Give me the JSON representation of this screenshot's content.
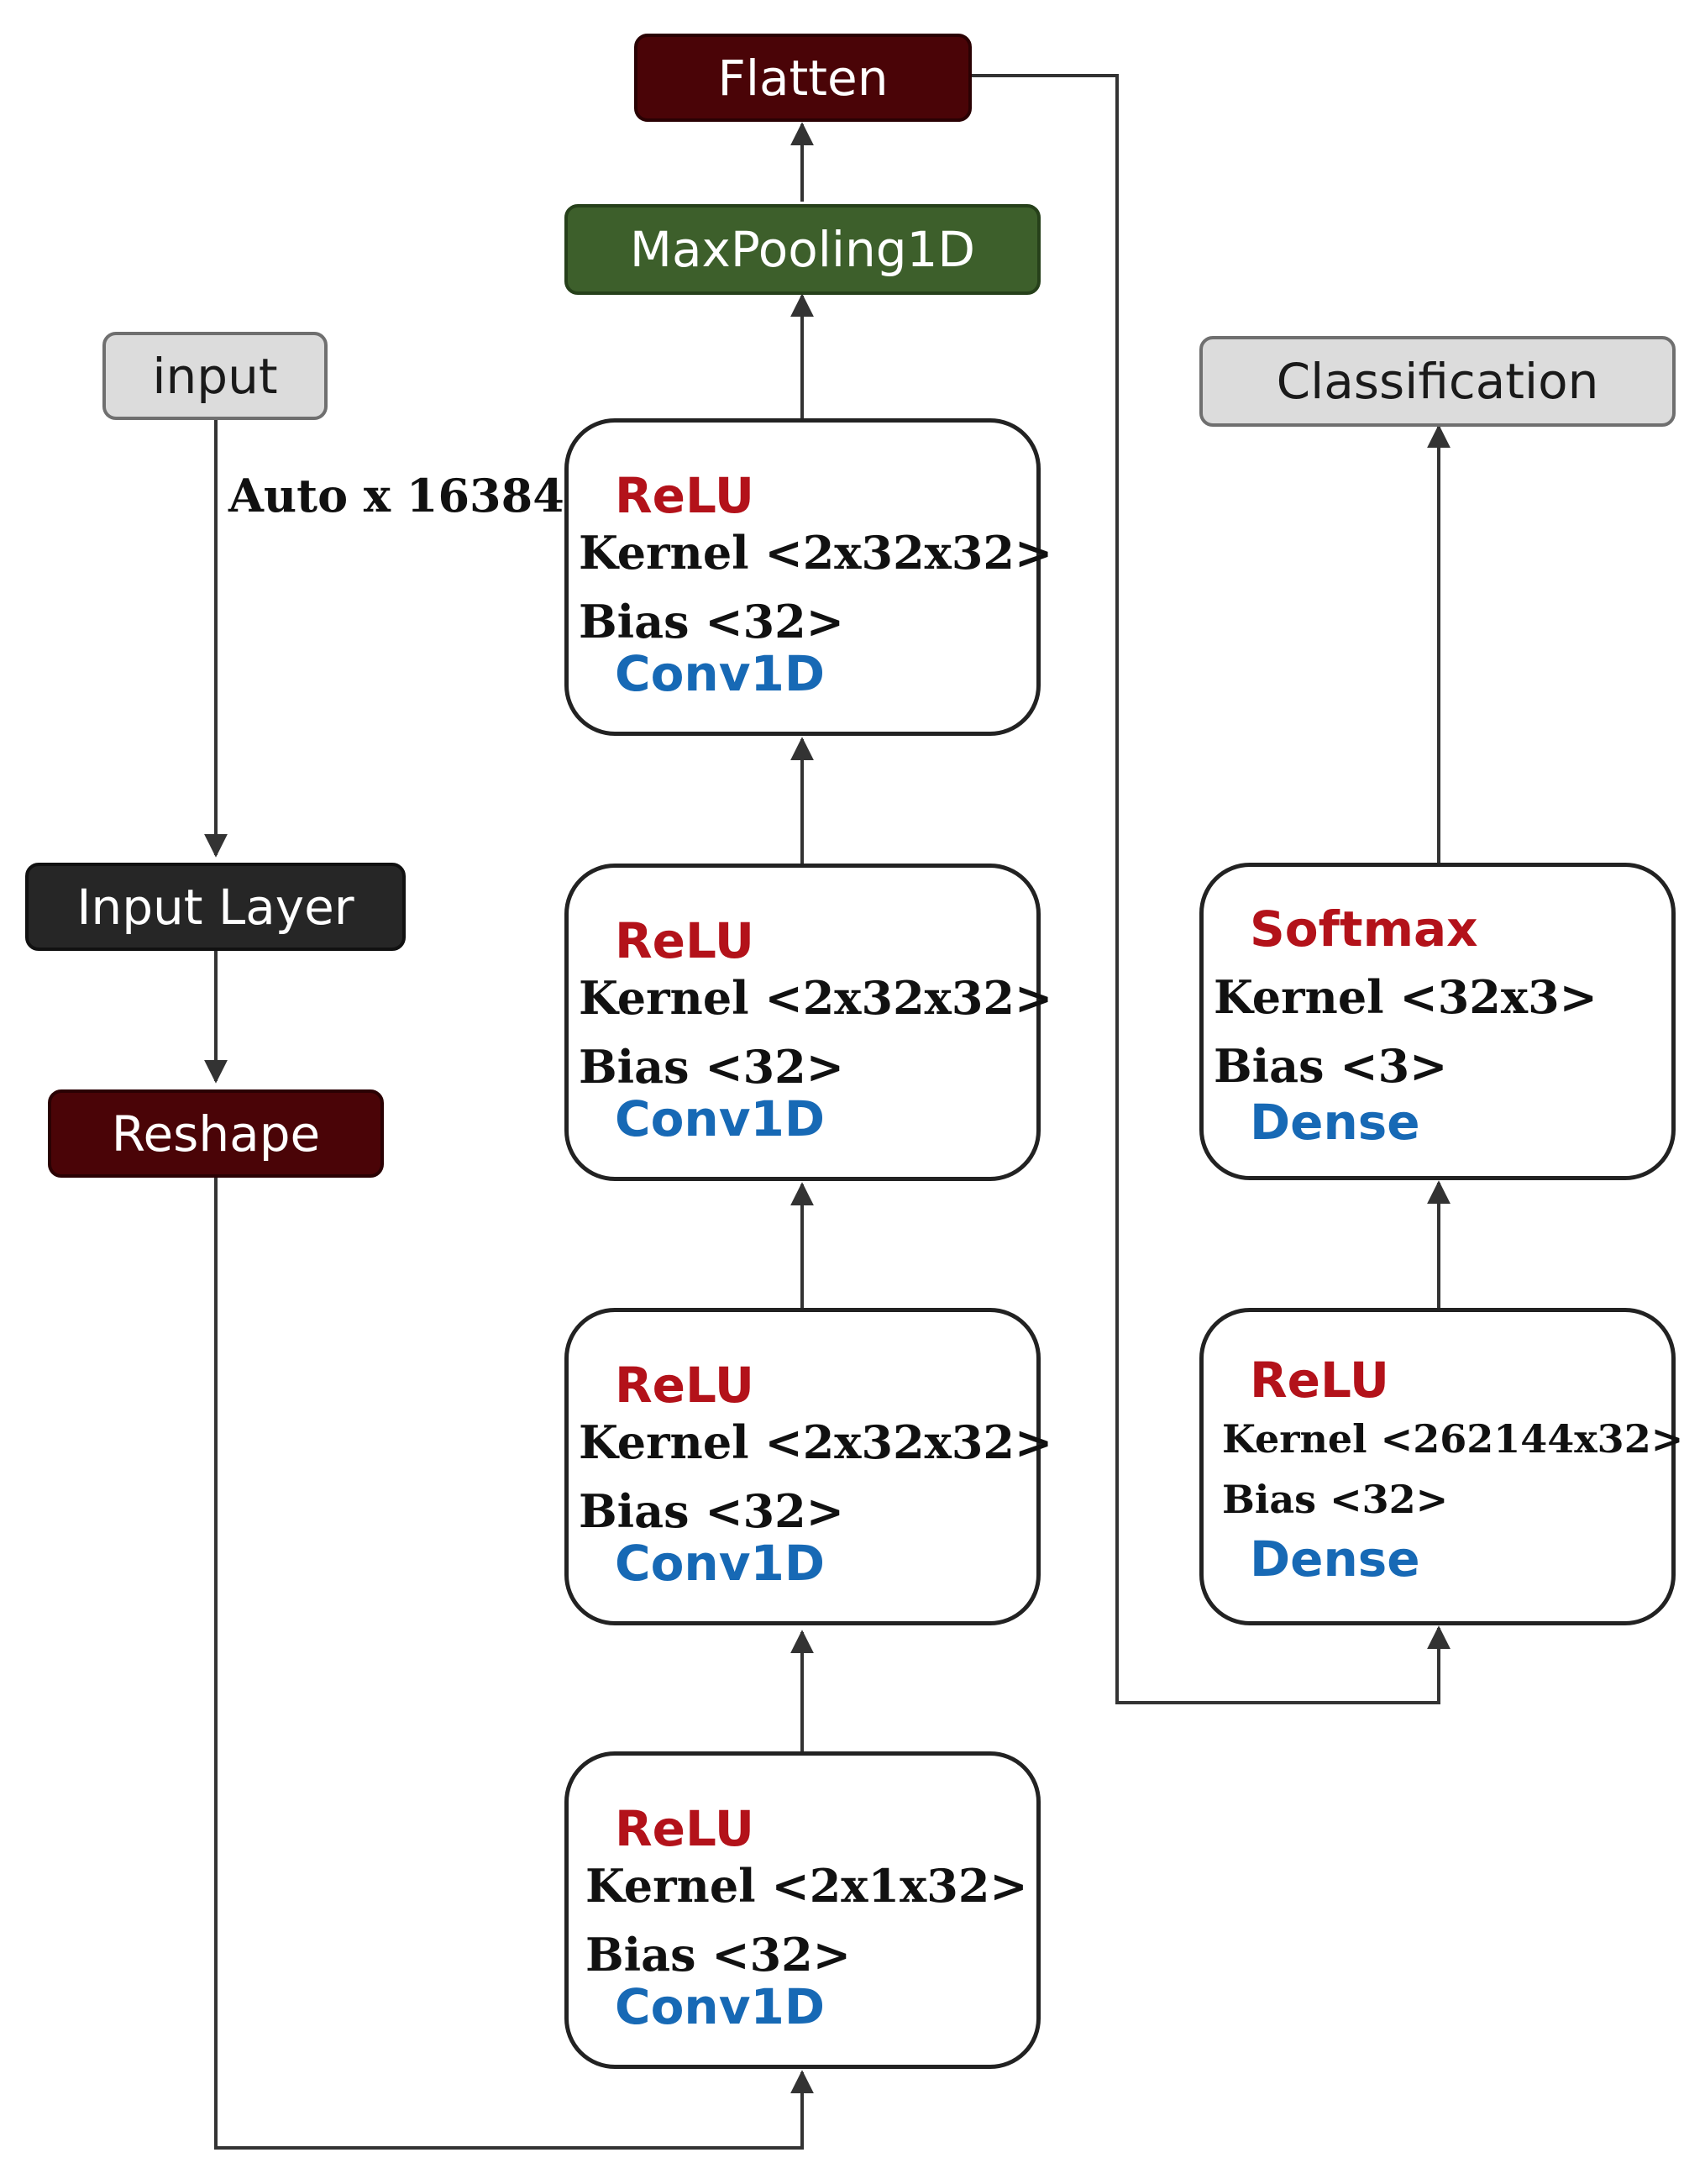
{
  "nodes": {
    "flatten": "Flatten",
    "maxpool": "MaxPooling1D",
    "input": "input",
    "input_layer": "Input Layer",
    "reshape": "Reshape",
    "classification": "Classification"
  },
  "edge_label": "Auto x 16384",
  "conv_layers": [
    {
      "activation": "ReLU",
      "kernel": "Kernel <2x32x32>",
      "bias": "Bias <32>",
      "type": "Conv1D"
    },
    {
      "activation": "ReLU",
      "kernel": "Kernel <2x32x32>",
      "bias": "Bias <32>",
      "type": "Conv1D"
    },
    {
      "activation": "ReLU",
      "kernel": "Kernel <2x32x32>",
      "bias": "Bias <32>",
      "type": "Conv1D"
    },
    {
      "activation": "ReLU",
      "kernel": "Kernel <2x1x32>",
      "bias": "Bias <32>",
      "type": "Conv1D"
    }
  ],
  "dense_layers": [
    {
      "activation": "Softmax",
      "kernel": "Kernel <32x3>",
      "bias": "Bias <3>",
      "type": "Dense"
    },
    {
      "activation": "ReLU",
      "kernel": "Kernel <262144x32>",
      "bias": "Bias <32>",
      "type": "Dense"
    }
  ],
  "colors": {
    "activation": "#b3121a",
    "layer_type": "#1769b5",
    "flatten_reshape_fill": "#4a0407",
    "maxpool_fill": "#3d5f2b",
    "input_layer_fill": "#262626",
    "io_fill": "#dcdcdc"
  }
}
